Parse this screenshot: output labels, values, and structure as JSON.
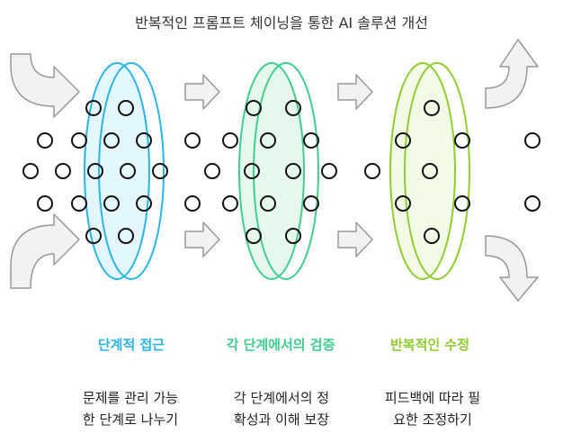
{
  "title": "반복적인 프롬프트 체이닝을 통한 AI 솔루션 개선",
  "stages": [
    {
      "name": "단계적 접근",
      "desc_line1": "문제를 관리 가능",
      "desc_line2": "한 단계로 나누기",
      "color": "#29b6e5",
      "fill": "#e3f7fd"
    },
    {
      "name": "각 단계에서의 검증",
      "desc_line1": "각 단계에서의 정",
      "desc_line2": "확성과 이해 보장",
      "color": "#3ecf8e",
      "fill": "#e6f8ee"
    },
    {
      "name": "반복적인 수정",
      "desc_line1": "피드백에 따라 필",
      "desc_line2": "요한 조정하기",
      "color": "#8fce2f",
      "fill": "#f3fbe6"
    }
  ]
}
